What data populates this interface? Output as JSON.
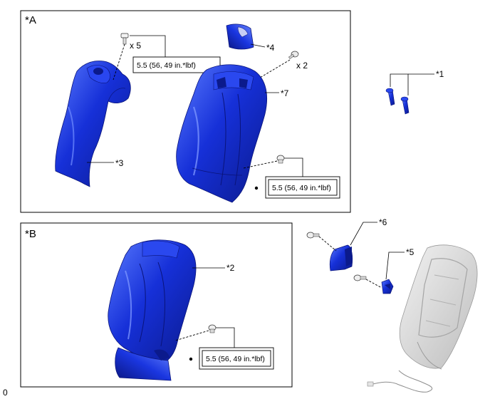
{
  "panels": {
    "a": {
      "label": "*A"
    },
    "b": {
      "label": "*B"
    }
  },
  "callouts": {
    "p1": "*1",
    "p2": "*2",
    "p3": "*3",
    "p4": "*4",
    "p5": "*5",
    "p6": "*6",
    "p7": "*7"
  },
  "quantities": {
    "bolts_a": "x 5",
    "screws_a": "x 2"
  },
  "torque": {
    "a_top": "5.5 (56, 49 in.*lbf)",
    "a_bottom": "5.5 (56, 49 in.*lbf)",
    "b_bottom": "5.5 (56, 49 in.*lbf)"
  },
  "footer_code": "0",
  "colors": {
    "part_blue": "#1630d8",
    "part_blue_dark": "#0b1a8c",
    "part_blue_light": "#5a7bff",
    "frame_gray": "#d4d4d4"
  }
}
